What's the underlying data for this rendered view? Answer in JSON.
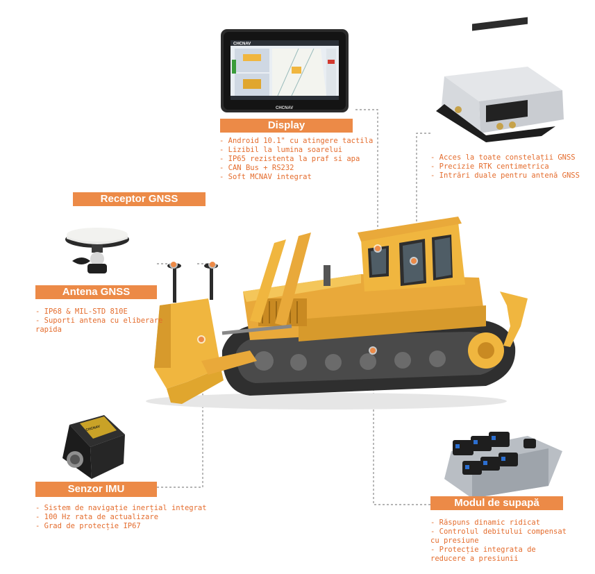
{
  "components": {
    "display": {
      "title": "Display",
      "screen_brand": "CHCNAV",
      "bezel_brand": "CHCNAV",
      "features": [
        "Android 10.1\" cu atingere tactila",
        "Lizibil la lumina soarelui",
        "IP65 rezistenta la praf si apa",
        "CAN Bus + RS232",
        "Soft MCNAV integrat"
      ]
    },
    "gnss_receiver": {
      "title": "Receptor GNSS",
      "features": [
        "Acces la toate constelații GNSS",
        "Precizie RTK centimetrica",
        "Intrări duale pentru antenă GNSS"
      ]
    },
    "gnss_antenna": {
      "title": "Antena GNSS",
      "features": [
        "IP68 & MIL-STD 810E",
        "Suporti antena cu eliberare rapida"
      ]
    },
    "imu_sensor": {
      "title": "Senzor IMU",
      "device_brand": "CHCNAV",
      "features": [
        "Sistem de navigație inerțial integrat",
        "100 Hz rata de actualizare",
        "Grad de protecție IP67"
      ]
    },
    "valve_module": {
      "title": "Modul de supapă",
      "features": [
        "Răspuns dinamic ridicat",
        "Controlul debitului compensat cu presiune",
        "Protecție integrata de reducere a presiunii"
      ]
    }
  },
  "colors": {
    "accent": "#ec8a47",
    "feature_text": "#e46c2d",
    "machine_body": "#f0b63f",
    "machine_shadow": "#c98a22",
    "track": "#3a3a3a",
    "leader_line": "#888888"
  },
  "icons": [
    "tablet-display",
    "gnss-receiver-box",
    "gnss-antenna",
    "imu-sensor",
    "hydraulic-valve-block",
    "bulldozer"
  ]
}
